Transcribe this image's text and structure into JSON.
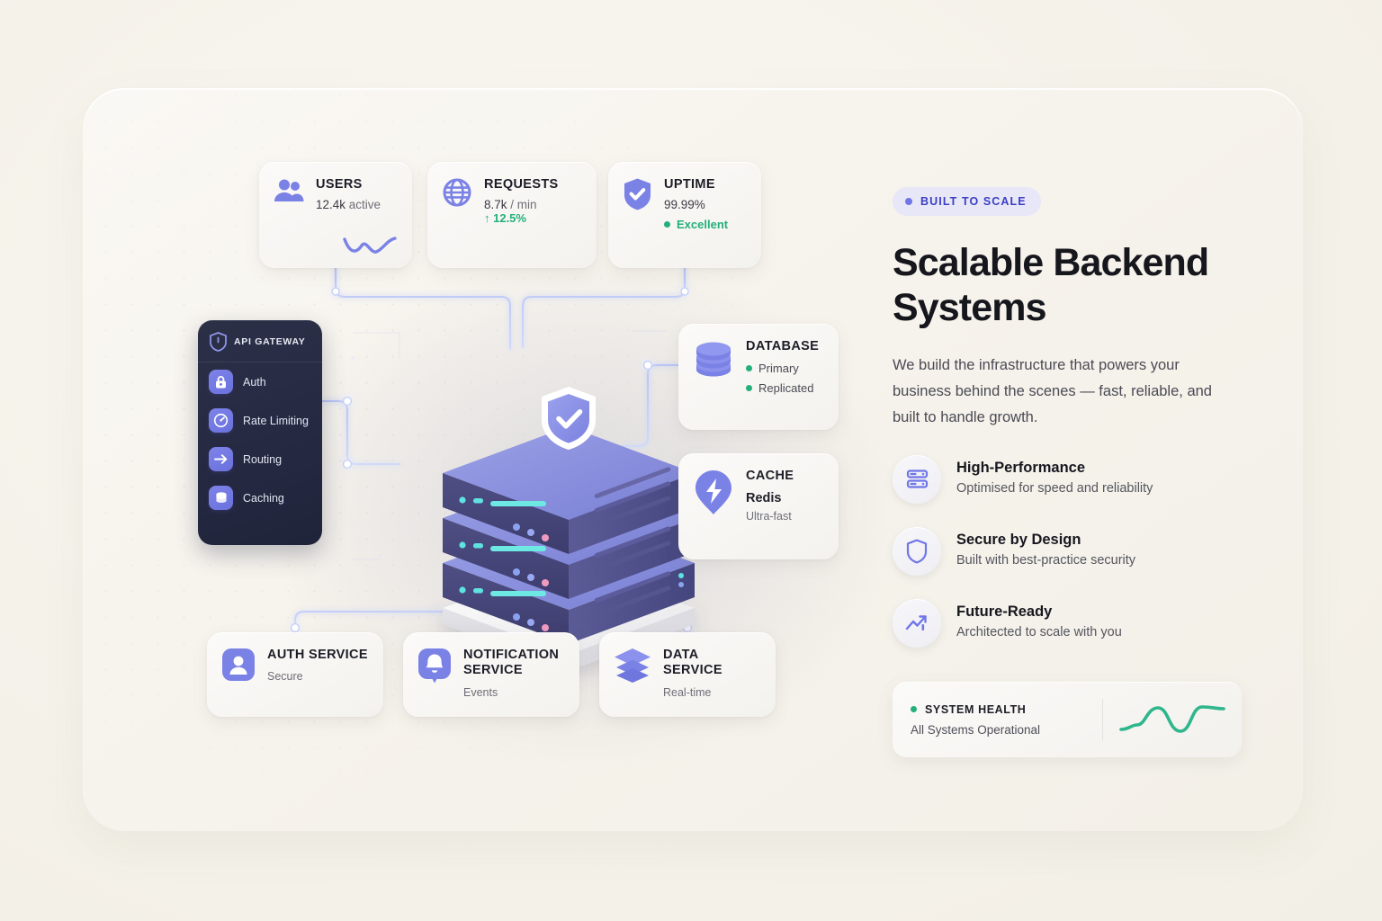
{
  "panel": {
    "badge": {
      "label": "BUILT TO SCALE",
      "dot_color": "#6f76e6",
      "bg": "#e7e7f7",
      "text_color": "#3c3ec4"
    },
    "headline": "Scalable Backend Systems",
    "description": "We build the infrastructure that powers your business behind the scenes — fast, reliable, and built to handle growth."
  },
  "stats": [
    {
      "id": "users",
      "icon": "users-icon",
      "title": "USERS",
      "value": "12.4k",
      "unit": "active",
      "sparkline": true
    },
    {
      "id": "requests",
      "icon": "globe-icon",
      "title": "REQUESTS",
      "value": "8.7k",
      "unit": "/ min",
      "delta": "↑ 12.5%",
      "delta_color": "#23b07a"
    },
    {
      "id": "uptime",
      "icon": "shield-check-icon",
      "title": "UPTIME",
      "value": "99.99%",
      "status": "Excellent",
      "status_color": "#23b07a"
    }
  ],
  "gateway": {
    "icon": "shield-icon",
    "title": "API GATEWAY",
    "items": [
      {
        "icon": "lock-icon",
        "label": "Auth"
      },
      {
        "icon": "gauge-icon",
        "label": "Rate Limiting"
      },
      {
        "icon": "arrow-right-icon",
        "label": "Routing"
      },
      {
        "icon": "database-icon",
        "label": "Caching"
      }
    ]
  },
  "nodes_right": [
    {
      "id": "database",
      "icon": "database-stack-icon",
      "title": "DATABASE",
      "statuses": [
        {
          "label": "Primary",
          "color": "#23b07a"
        },
        {
          "label": "Replicated",
          "color": "#23b07a"
        }
      ]
    },
    {
      "id": "cache",
      "icon": "bolt-pin-icon",
      "title": "CACHE",
      "value": "Redis",
      "meta": "Ultra-fast"
    }
  ],
  "services": [
    {
      "id": "auth-service",
      "icon": "user-badge-icon",
      "title": "AUTH SERVICE",
      "meta": "Secure"
    },
    {
      "id": "notification-service",
      "icon": "bell-icon",
      "title": "NOTIFICATION SERVICE",
      "meta": "Events"
    },
    {
      "id": "data-service",
      "icon": "layers-icon",
      "title": "DATA SERVICE",
      "meta": "Real-time"
    }
  ],
  "central": {
    "icon": "server-stack-3d",
    "badge_icon": "shield-check-badge"
  },
  "features": [
    {
      "icon": "server-rack-icon",
      "title": "High-Performance",
      "subtitle": "Optimised for speed and reliability"
    },
    {
      "icon": "shield-outline-icon",
      "title": "Secure by Design",
      "subtitle": "Built with best-practice security"
    },
    {
      "icon": "trending-up-icon",
      "title": "Future-Ready",
      "subtitle": "Architected to scale with you"
    }
  ],
  "health": {
    "dot_color": "#23b07a",
    "title": "SYSTEM HEALTH",
    "subtitle": "All Systems Operational",
    "sparkline_color": "#2fb68c"
  },
  "colors": {
    "background": "#f5f2ea",
    "panel": "#f7f4ee",
    "accent": "#6f76e6",
    "accent_dark": "#4a4a80",
    "green": "#23b07a",
    "dark_panel": "#262a42"
  }
}
